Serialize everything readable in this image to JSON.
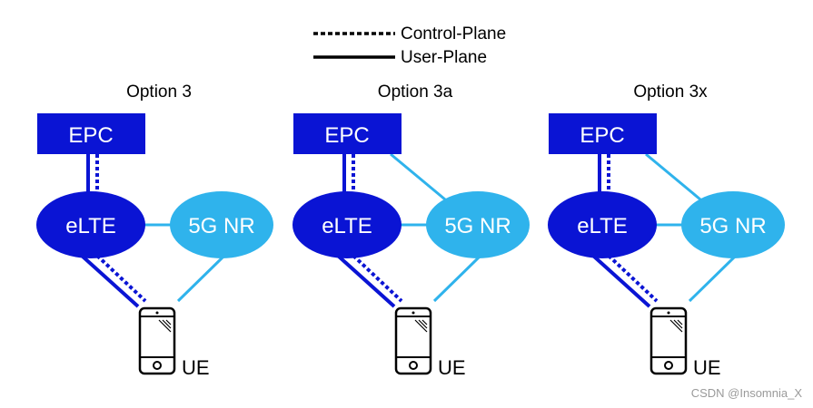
{
  "legend": {
    "control_plane": "Control-Plane",
    "user_plane": "User-Plane"
  },
  "options": [
    {
      "title": "Option 3",
      "epc": "EPC",
      "elte": "eLTE",
      "nr": "5G NR",
      "ue": "UE",
      "epc_to_nr_link": false
    },
    {
      "title": "Option 3a",
      "epc": "EPC",
      "elte": "eLTE",
      "nr": "5G NR",
      "ue": "UE",
      "epc_to_nr_link": true
    },
    {
      "title": "Option 3x",
      "epc": "EPC",
      "elte": "eLTE",
      "nr": "5G NR",
      "ue": "UE",
      "epc_to_nr_link": true
    }
  ],
  "watermark": "CSDN @Insomnia_X",
  "colors": {
    "dark_blue": "#0a14d4",
    "light_blue": "#2fb3ec",
    "black": "#000000"
  }
}
